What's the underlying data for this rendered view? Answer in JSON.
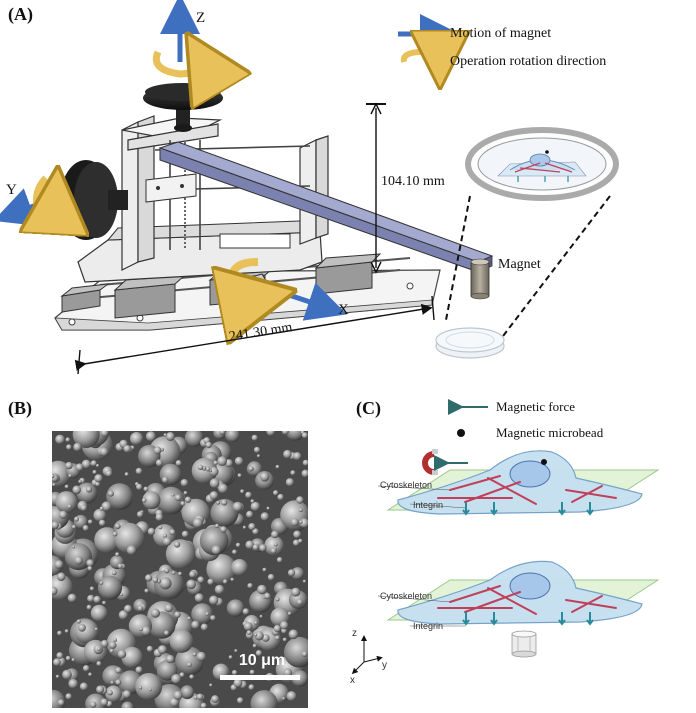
{
  "panels": {
    "a": {
      "label": "(A)",
      "legend": {
        "motion": "Motion of magnet",
        "rotation": "Operation rotation direction"
      },
      "axes": {
        "z": "Z",
        "y": "Y",
        "x": "X"
      },
      "dimensions": {
        "height": "104.10 mm",
        "width": "241.30 mm"
      },
      "magnet_label": "Magnet"
    },
    "b": {
      "label": "(B)",
      "scale_bar": "10 μm"
    },
    "c": {
      "label": "(C)",
      "legend": {
        "force": "Magnetic force",
        "bead": "Magnetic microbead"
      },
      "cell_top": {
        "cytoskeleton": "Cytoskeleton",
        "integrin": "Integrin"
      },
      "cell_bottom": {
        "cytoskeleton": "Cytoskeleton",
        "integrin": "Integrin"
      },
      "axes": {
        "z": "z",
        "y": "y",
        "x": "x"
      }
    }
  },
  "colors": {
    "arrow_blue": "#3f6fbf",
    "rotation_gold": "#e8c15a",
    "beam": "#8f95c0",
    "plate_green": "#d9efcc",
    "cell_blue": "#bcd9ee",
    "cytoskeleton_red": "#c0405a",
    "integrin_teal": "#2a8a9a",
    "force_arrow": "#2e6b6b"
  }
}
